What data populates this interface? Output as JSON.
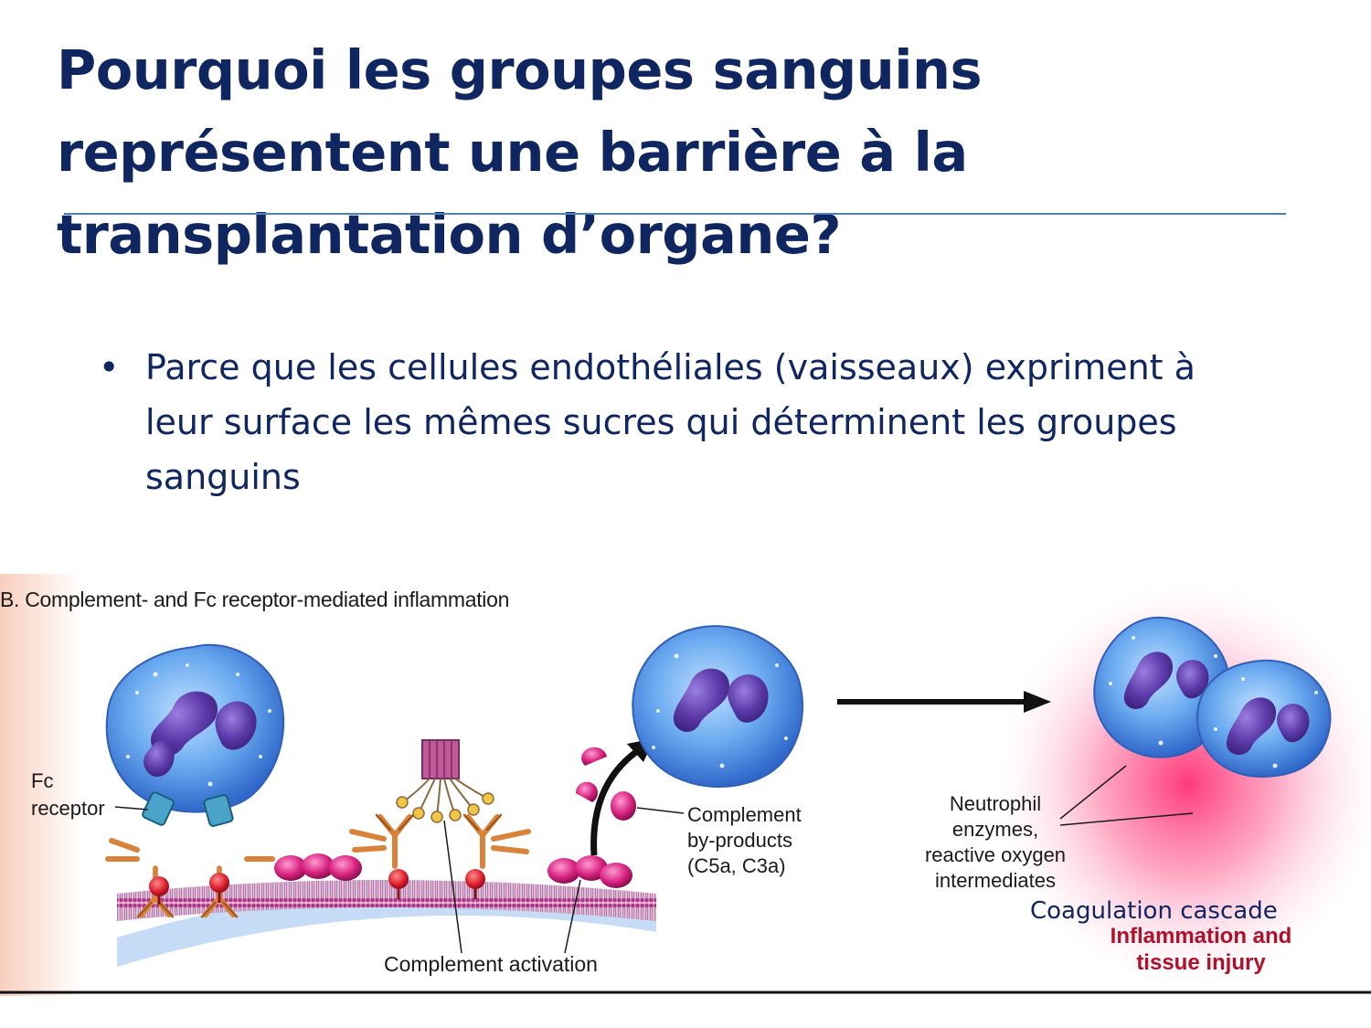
{
  "slide": {
    "title": "Pourquoi les groupes sanguins représentent une barrière à la transplantation d’organe?",
    "bullets": [
      {
        "marker": "•",
        "text": "Parce que les cellules endothéliales (vaisseaux) expriment à leur surface les mêmes sucres qui déterminent les groupes sanguins"
      }
    ]
  },
  "figure": {
    "title": "B. Complement- and Fc receptor-mediated inflammation",
    "fc_receptor_label": [
      "Fc",
      "receptor"
    ],
    "complement_byproducts_label": [
      "Complement",
      "by-products",
      "(C5a, C3a)"
    ],
    "neutrophil_label": [
      "Neutrophil",
      "enzymes,",
      "reactive oxygen",
      "intermediates"
    ],
    "complement_activation_label": "Complement activation",
    "coagulation_label": "Coagulation cascade",
    "outcome_label": [
      "Inflammation and",
      "tissue injury"
    ],
    "colors": {
      "title_text": "#0f2660",
      "rule": "#4f81bd",
      "cell_blue": "#5aa0e6",
      "nucleus_purple": "#5b3aa8",
      "complement_magenta": "#d6207e",
      "antibody_orange": "#d9823a",
      "antigen_red": "#d81a2a",
      "inflammation_pink": "#ff4f8a",
      "outcome_red": "#b0102a"
    },
    "icons": [
      "neutrophil-cell",
      "fc-receptor",
      "antibody",
      "complement-protein",
      "c1-complex",
      "endothelial-membrane",
      "arrow-right",
      "curved-arrow"
    ]
  }
}
